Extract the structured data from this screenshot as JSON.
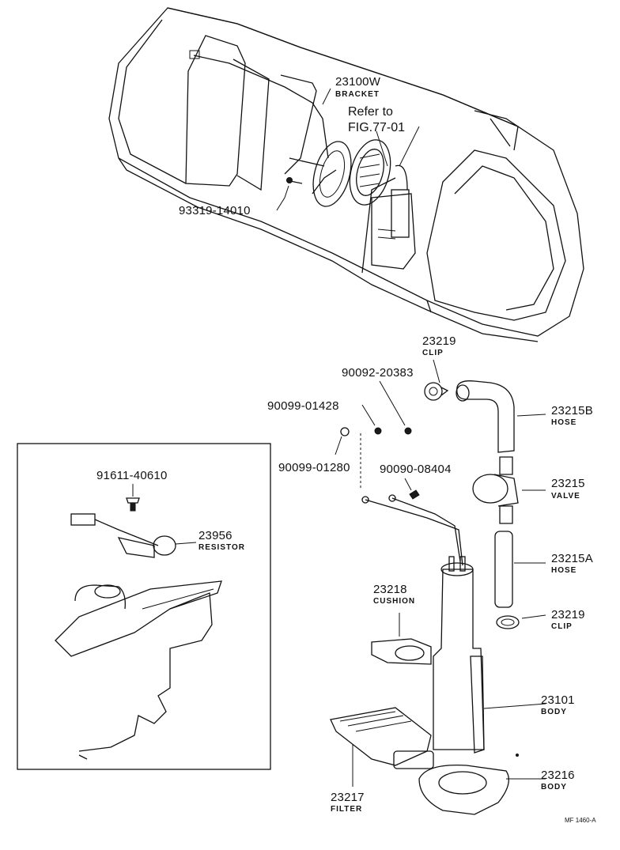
{
  "labels": {
    "tank_bracket": {
      "part": "23100W",
      "name": "BRACKET"
    },
    "refer": {
      "line1": "Refer to",
      "line2": "FIG.77-01"
    },
    "bolt": {
      "part": "93319-14010"
    },
    "clip_top": {
      "part": "23219",
      "name": "CLIP"
    },
    "nut_a": {
      "part": "90092-20383"
    },
    "nut_b": {
      "part": "90099-01428"
    },
    "nut_c": {
      "part": "90099-01280"
    },
    "screw": {
      "part": "90090-08404"
    },
    "hose_b": {
      "part": "23215B",
      "name": "HOSE"
    },
    "valve": {
      "part": "23215",
      "name": "VALVE"
    },
    "hose_a": {
      "part": "23215A",
      "name": "HOSE"
    },
    "clip_bottom": {
      "part": "23219",
      "name": "CLIP"
    },
    "cushion": {
      "part": "23218",
      "name": "CUSHION"
    },
    "body_main": {
      "part": "23101",
      "name": "BODY"
    },
    "body_cup": {
      "part": "23216",
      "name": "BODY"
    },
    "filter": {
      "part": "23217",
      "name": "FILTER"
    },
    "inset_screw": {
      "part": "91611-40610"
    },
    "resistor": {
      "part": "23956",
      "name": "RESISTOR"
    }
  },
  "footer": {
    "code": "MF 1460-A"
  }
}
